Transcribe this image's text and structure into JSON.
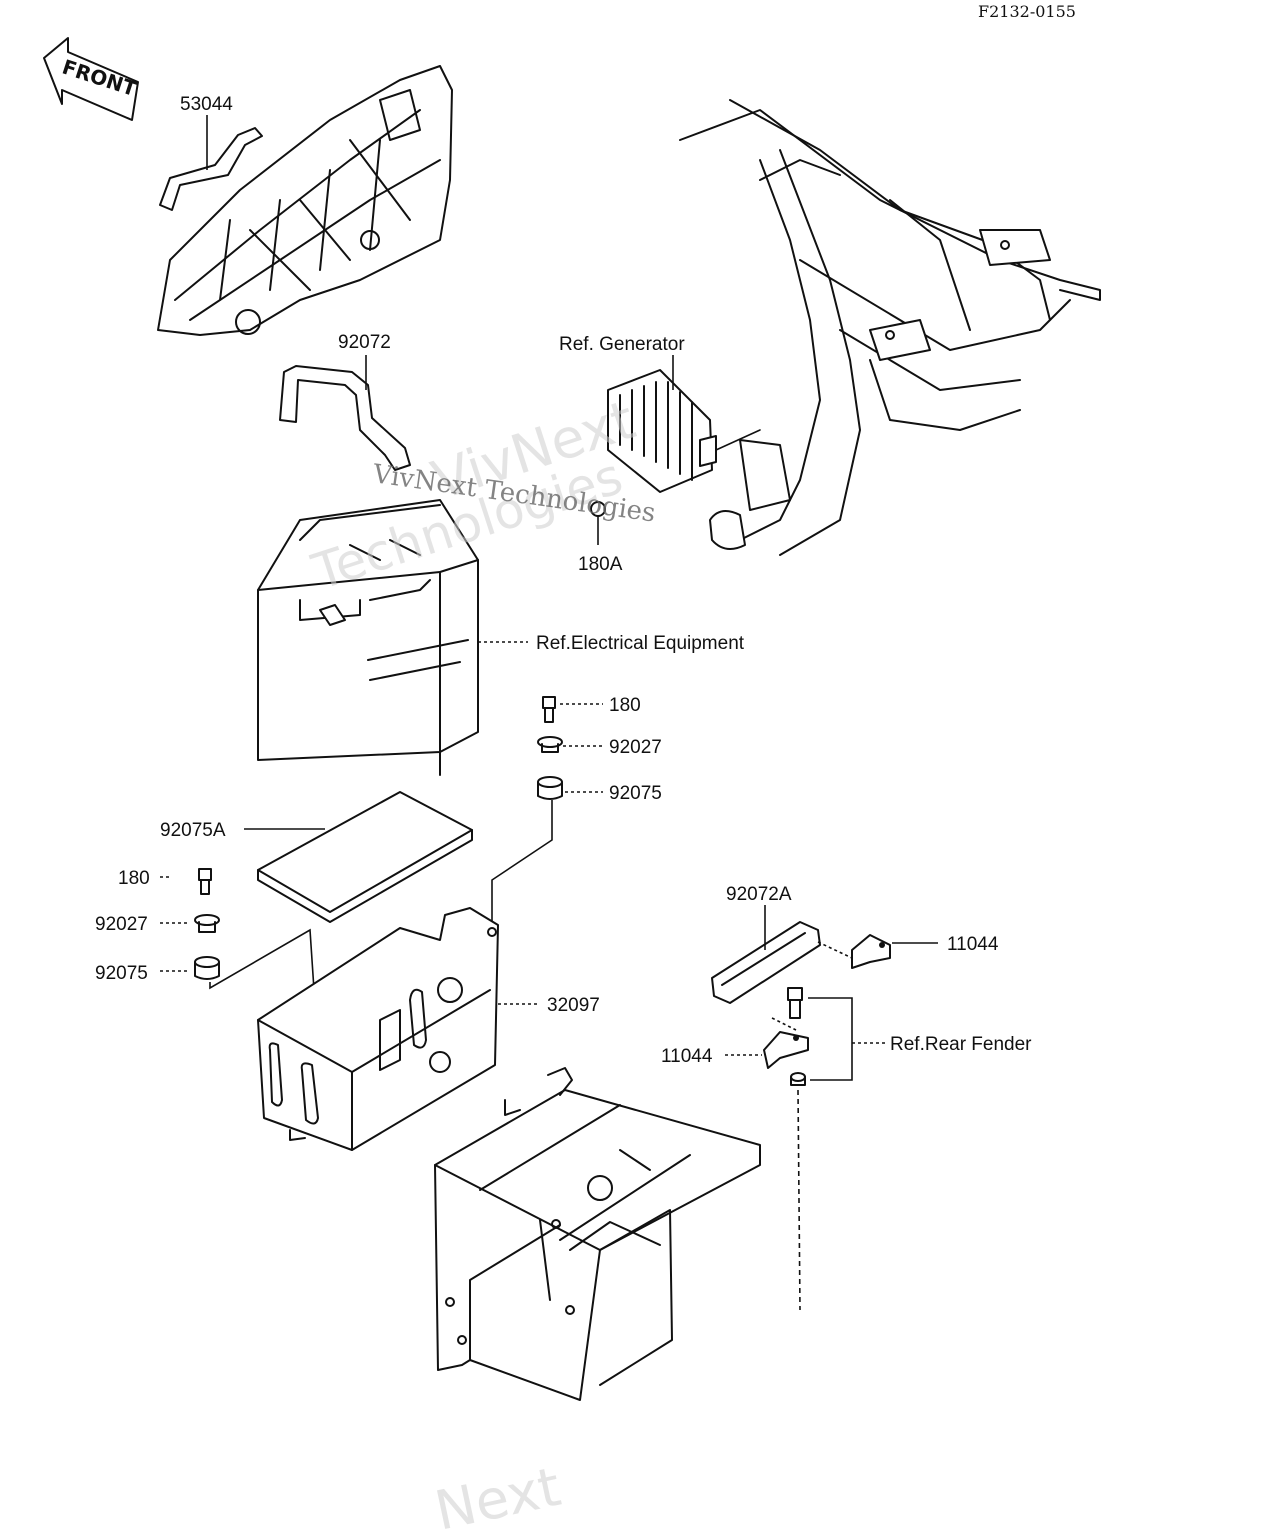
{
  "drawing_code": "F2132-0155",
  "front_arrow_text": "FRONT",
  "watermark": {
    "line1": "VivNext",
    "line2": "Technologies",
    "line3": "VivNext Technologies",
    "bottom": "Next"
  },
  "labels": {
    "p53044": "53044",
    "p92072": "92072",
    "ref_generator": "Ref. Generator",
    "p180A": "180A",
    "ref_electrical": "Ref.Electrical Equipment",
    "p180_right": "180",
    "p92027_right": "92027",
    "p92075_right": "92075",
    "p92075A": "92075A",
    "p180_left": "180",
    "p92027_left": "92027",
    "p92075_left": "92075",
    "p32097": "32097",
    "p92072A": "92072A",
    "p11044_right": "11044",
    "p11044_left": "11044",
    "ref_rear_fender": "Ref.Rear Fender"
  }
}
